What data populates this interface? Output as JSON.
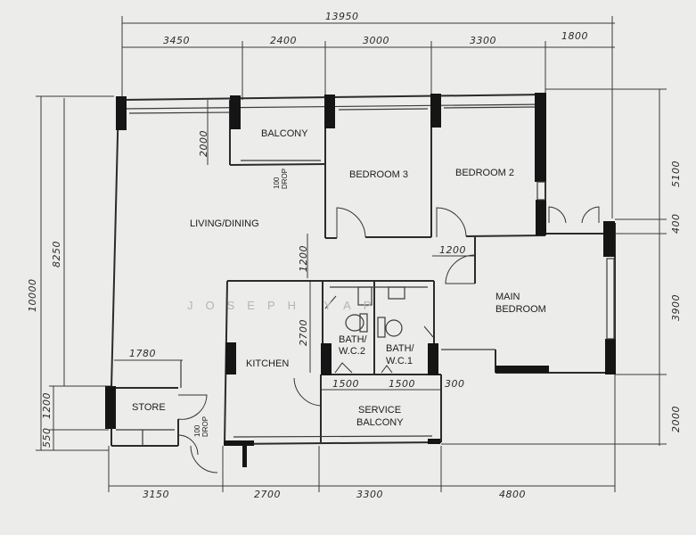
{
  "dimensions": {
    "total_width": "13950",
    "top": [
      "3450",
      "2400",
      "3000",
      "3300",
      "1800"
    ],
    "bottom": [
      "3150",
      "2700",
      "3300",
      "4800"
    ],
    "left_outer": "10000",
    "left_inner": "8250",
    "left_lower": [
      "1200",
      "550"
    ],
    "right": [
      "5100",
      "400",
      "3900",
      "2000"
    ],
    "balcony_depth": "2000",
    "corridor_left": "1200",
    "corridor_mid": "1200",
    "bath_depth": "2700",
    "store_width": "1780",
    "service": [
      "1500",
      "1500",
      "300"
    ]
  },
  "rooms": {
    "balcony": "BALCONY",
    "bedroom3": "BEDROOM 3",
    "bedroom2": "BEDROOM 2",
    "living": "LIVING/DINING",
    "main_bedroom_1": "MAIN",
    "main_bedroom_2": "BEDROOM",
    "bath2_1": "BATH/",
    "bath2_2": "W.C.2",
    "bath1_1": "BATH/",
    "bath1_2": "W.C.1",
    "kitchen": "KITCHEN",
    "store": "STORE",
    "service_1": "SERVICE",
    "service_2": "BALCONY"
  },
  "notes": {
    "drop1_a": "100",
    "drop1_b": "DROP",
    "drop2_a": "100",
    "drop2_b": "DROP"
  },
  "watermark": "JOSEPH YAP"
}
